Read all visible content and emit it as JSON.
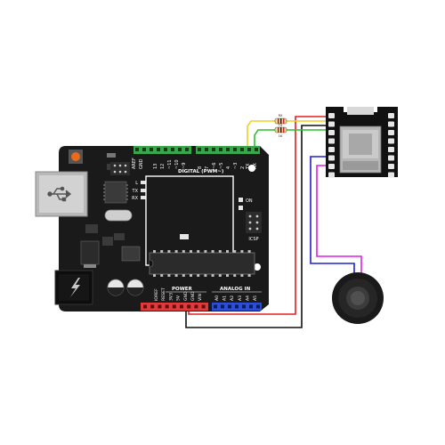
{
  "arduino": {
    "aref_label": "AREF",
    "gnd_label": "GND",
    "digital_numbers": [
      "13",
      "12",
      "~11",
      "~10",
      "~9",
      "8",
      "7",
      "~6",
      "~5",
      "4",
      "~3",
      "2"
    ],
    "tx_pin_label": "TX",
    "rx_pin_label": "RX",
    "tx_pin_num": "1",
    "rx_pin_num": "0",
    "digital_label": "DIGITAL (PWM~)",
    "led_l_label": "L",
    "led_tx_label": "TX",
    "led_rx_label": "RX",
    "on_label": "ON",
    "icsp_label": "ICSP",
    "power_label": "POWER",
    "analog_label": "ANALOG IN",
    "power_pins": [
      "IOREF",
      "RESET",
      "3V3",
      "5V",
      "GND",
      "GND",
      "VIN"
    ],
    "analog_pins": [
      "A0",
      "A1",
      "A2",
      "A3",
      "A4",
      "A5"
    ]
  },
  "resistors": {
    "rx_label": "RX",
    "tx_label": "TX",
    "value_label": "1K"
  },
  "colors": {
    "board": "#1a1a1a",
    "header_green": "#3aa64a",
    "header_red": "#e23a3a",
    "header_blue": "#2a4fd6",
    "wire_red": "#e02020",
    "wire_yellow": "#f0d020",
    "wire_green": "#2fbf2f",
    "wire_blue": "#2020d0",
    "wire_magenta": "#e020e0",
    "wire_black": "#111111"
  }
}
